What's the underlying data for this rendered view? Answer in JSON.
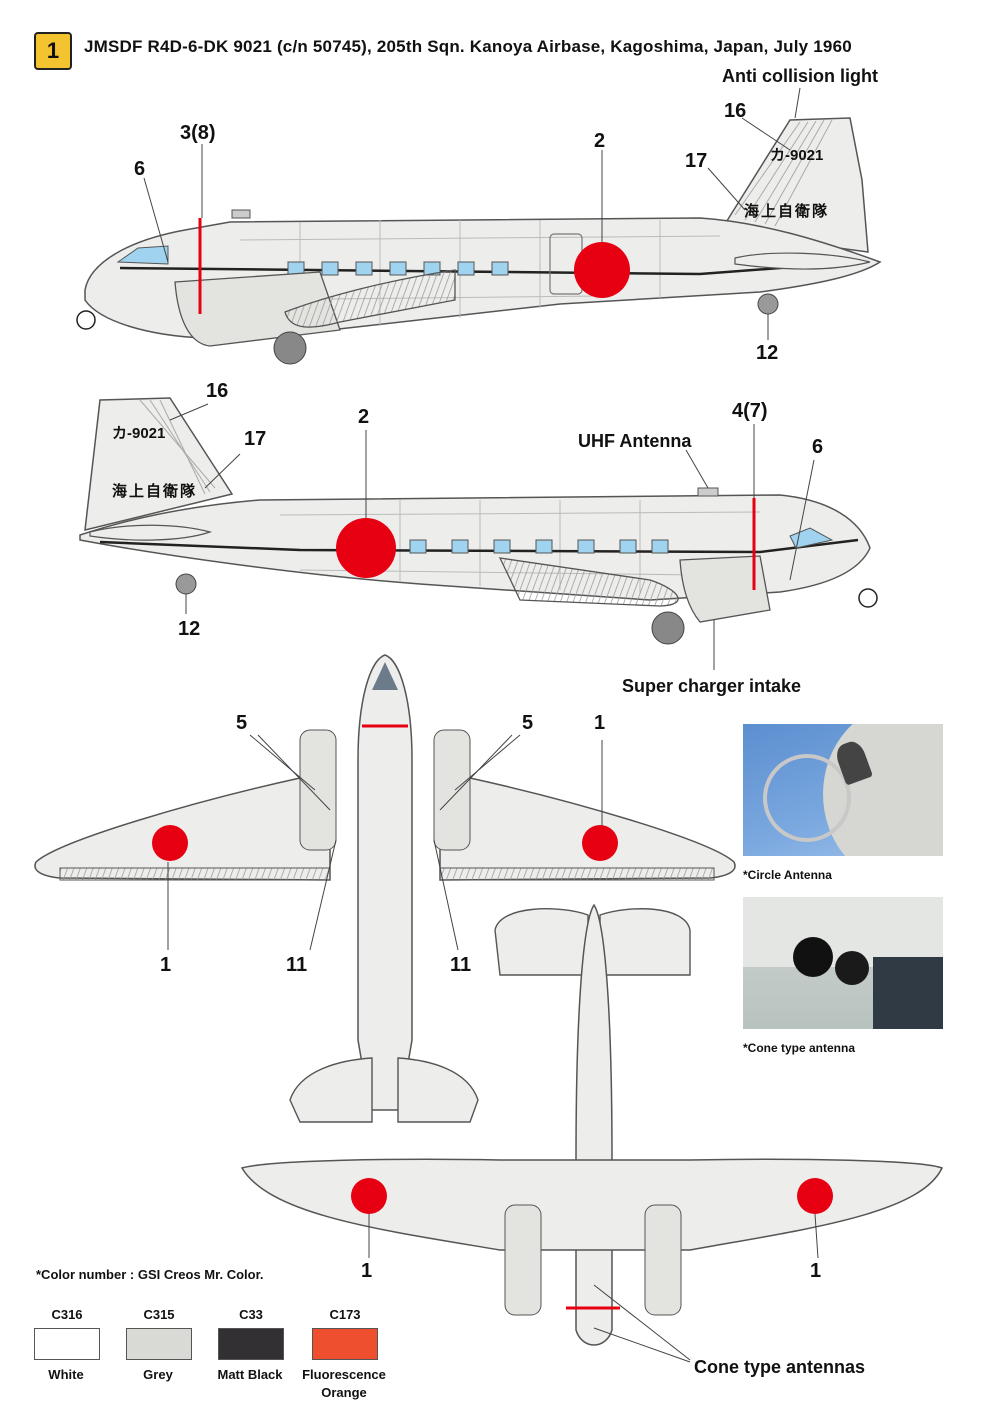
{
  "header": {
    "badge": "1",
    "title": "JMSDF R4D-6-DK 9021 (c/n 50745), 205th Sqn. Kanoya Airbase, Kagoshima, Japan, July 1960"
  },
  "side_left": {
    "anti_collision": "Anti collision light",
    "n16": "16",
    "n17": "17",
    "n2": "2",
    "n3": "3(8)",
    "n6": "6",
    "n12": "12",
    "tail_code": "カ-9021",
    "tail_kanji": "海上自衛隊"
  },
  "side_right": {
    "n16": "16",
    "n17": "17",
    "n2": "2",
    "n4": "4(7)",
    "n6": "6",
    "n12": "12",
    "uhf": "UHF Antenna",
    "supercharger": "Super charger intake",
    "tail_code": "カ-9021",
    "tail_kanji": "海上自衛隊"
  },
  "top_view": {
    "n5a": "5",
    "n5b": "5",
    "n1a": "1",
    "n1b": "1",
    "n11a": "11",
    "n11b": "11"
  },
  "bottom_view": {
    "n1a": "1",
    "n1b": "1",
    "cone": "Cone type antennas"
  },
  "photos": {
    "circle": "*Circle Antenna",
    "cone": "*Cone type antenna"
  },
  "colors_note": "*Color number : GSI Creos Mr. Color.",
  "swatches": [
    {
      "code": "C316",
      "name": "White",
      "hex": "#ffffff"
    },
    {
      "code": "C315",
      "name": "Grey",
      "hex": "#d9d9d6"
    },
    {
      "code": "C33",
      "name": "Matt Black",
      "hex": "#333033"
    },
    {
      "code": "C173",
      "name": "Fluorescence Orange",
      "hex": "#ee4f2e"
    }
  ],
  "palette": {
    "hinomaru": "#e60012",
    "body": "#ededeb",
    "line": "#555555",
    "window": "#9fd3ef"
  }
}
